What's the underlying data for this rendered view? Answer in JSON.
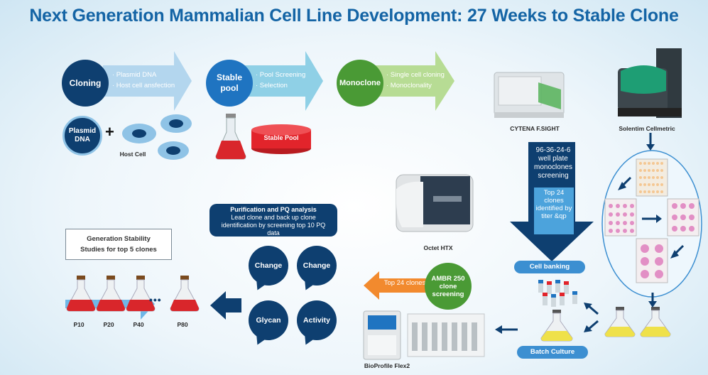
{
  "title": "Next Generation Mammalian Cell Line Development: 27 Weeks to Stable Clone",
  "steps": [
    {
      "label": "Cloning",
      "bullets": [
        "· Plasmid DNA",
        "· Host cell ansfection"
      ]
    },
    {
      "label": "Stable pool",
      "bullets": [
        "· Pool Screening",
        "· Selection"
      ]
    },
    {
      "label": "Monoclone",
      "bullets": [
        "· Single cell cloning",
        "· Monoclonality"
      ]
    }
  ],
  "plasmid": "Plasmid DNA",
  "plus": "+",
  "host_cell": "Host Cell",
  "stable_pool_label": "Stable Pool",
  "instruments": {
    "cytena": "CYTENA F.SIGHT",
    "solentim": "Solentim Cellmetric",
    "octet": "Octet HTX",
    "bioprofile": "BioProfile Flex2"
  },
  "screening": {
    "main": "96-36-24-6 well plate monoclones screening",
    "sub": "Top 24 clones identified by titer &qp"
  },
  "cell_banking": "Cell banking",
  "batch_culture": "Batch Culture",
  "ambr": "AMBR 250 clone screening",
  "top24": "Top 24 clones",
  "purification": {
    "title": "Purification and PQ analysis",
    "body": "Lead clone and back up clone identification by screening top 10 PQ data"
  },
  "bubbles": [
    "Change",
    "Change",
    "Glycan",
    "Activity"
  ],
  "stability": "Generation Stability Studies for top 5 clones",
  "passages": [
    "P10",
    "P20",
    "P40",
    "P80"
  ],
  "dots": "•••",
  "colors": {
    "navy": "#0e3f70",
    "blue": "#1f74c1",
    "green": "#4a9a35",
    "orange": "#f28a2e",
    "red": "#e2242b"
  }
}
